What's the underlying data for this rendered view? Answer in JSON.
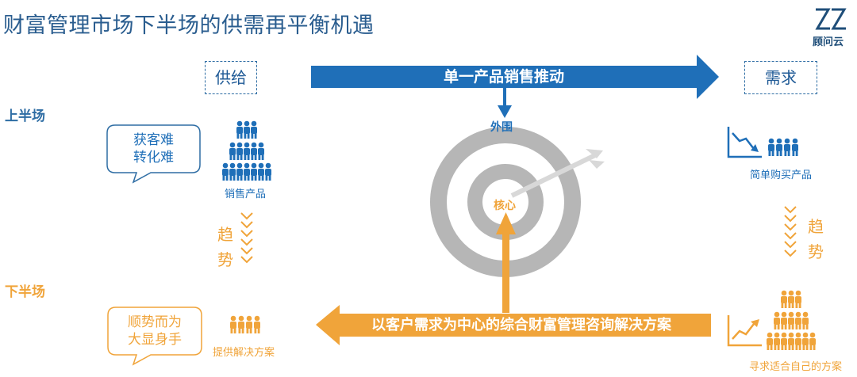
{
  "title": "财富管理市场下半场的供需再平衡机遇",
  "logo": {
    "text": "顾问云"
  },
  "supply_label": "供给",
  "demand_label": "需求",
  "top_half_label": "上半场",
  "bottom_half_label": "下半场",
  "top_arrow_text": "单一产品销售推动",
  "bottom_arrow_text": "以客户需求为中心的综合财富管理咨询解决方案",
  "target": {
    "outer_label": "外围",
    "core_label": "核心"
  },
  "top_bubble": {
    "line1": "获客难",
    "line2": "转化难"
  },
  "bottom_bubble": {
    "line1": "顺势而为",
    "line2": "大显身手"
  },
  "top_left_caption": "销售产品",
  "bottom_left_caption": "提供解决方案",
  "top_right_caption": "简单购买产品",
  "bottom_right_caption": "寻求适合自己的方案",
  "trend_text": {
    "char1": "趋",
    "char2": "势"
  },
  "colors": {
    "blue": "#1f6fb8",
    "orange": "#f0a43a",
    "gray": "#b8b8b8"
  }
}
